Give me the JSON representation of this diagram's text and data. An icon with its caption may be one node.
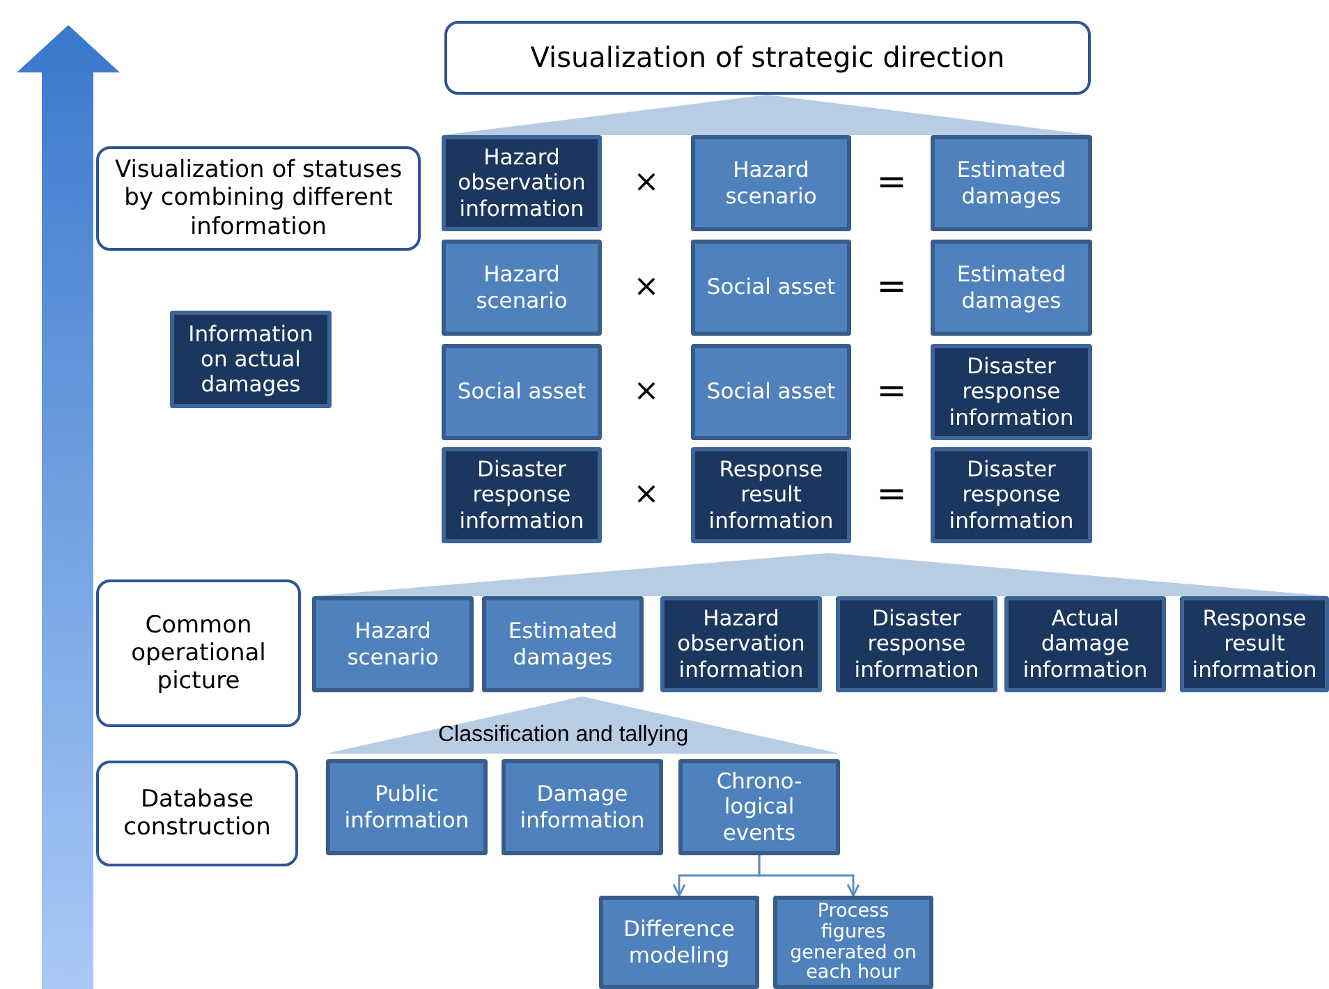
{
  "diagram": {
    "nodes": [
      {
        "text": [
          "Visualization of strategic direction"
        ]
      },
      {
        "text": [],
        "shape": "triangle"
      },
      {
        "text": [
          "Visualization of statuses by combining different information"
        ]
      },
      {
        "text": [
          "Hazard observation information"
        ]
      },
      {
        "text": [
          "Hazard scenario"
        ]
      },
      {
        "text": [
          "Estimated damages"
        ]
      },
      {
        "text": [
          "Hazard scenario"
        ]
      },
      {
        "text": [
          "Social asset"
        ]
      },
      {
        "text": [
          "Estimated damages"
        ]
      },
      {
        "text": [
          "Information on actual damages"
        ]
      },
      {
        "text": [
          "Social asset"
        ]
      },
      {
        "text": [
          "Social asset"
        ]
      },
      {
        "text": [
          "Disaster response information"
        ]
      },
      {
        "text": [
          "Disaster response information"
        ]
      },
      {
        "text": [
          "Response result information"
        ]
      },
      {
        "text": [
          "Disaster response information"
        ]
      },
      {
        "text": [],
        "shape": "triangle"
      },
      {
        "text": [
          "Common operational picture"
        ]
      },
      {
        "text": [
          "Hazard scenario"
        ]
      },
      {
        "text": [
          "Estimated damages"
        ]
      },
      {
        "text": [
          "Hazard observation information"
        ]
      },
      {
        "text": [
          "Disaster response information"
        ]
      },
      {
        "text": [
          "Actual damage information"
        ]
      },
      {
        "text": [
          "Response result information"
        ]
      },
      {
        "text": [
          "Classification and tallying"
        ]
      },
      {
        "text": [
          "Database construction"
        ]
      },
      {
        "text": [
          "Public information"
        ]
      },
      {
        "text": [
          "Damage information"
        ]
      },
      {
        "text": [
          "Chrono- logical events"
        ]
      },
      {
        "text": [
          "Difference modeling"
        ]
      },
      {
        "text": [
          "Process figures generated on each hour"
        ]
      }
    ],
    "edges": [
      {
        "from": 28,
        "to": 29,
        "arrow": "to"
      },
      {
        "from": 28,
        "to": 30,
        "arrow": "to"
      }
    ],
    "labels": [
      "×",
      "=",
      "×",
      "=",
      "×",
      "=",
      "×",
      "="
    ]
  }
}
